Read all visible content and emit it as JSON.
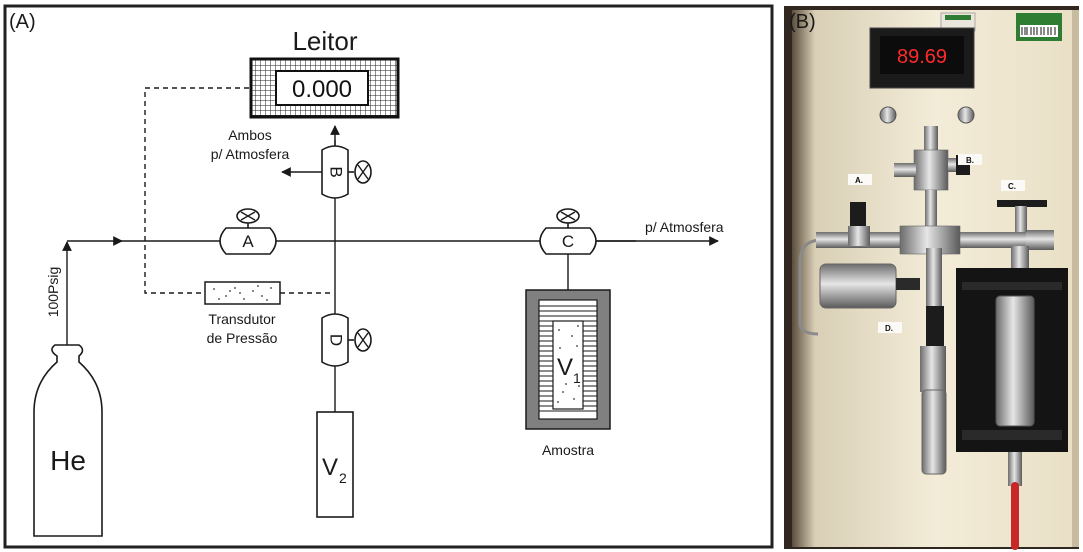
{
  "panel_a": {
    "label": "(A)",
    "reader_title": "Leitor",
    "reader_value": "0.000",
    "vent_both_line1": "Ambos",
    "vent_both_line2": "p/ Atmosfera",
    "vent_right": "p/ Atmosfera",
    "valve_a": "A",
    "valve_b": "B",
    "valve_c": "C",
    "valve_d": "D",
    "transducer_line1": "Transdutor",
    "transducer_line2": "de Pressão",
    "sample_label": "Amostra",
    "v1_main": "V",
    "v1_sub": "1",
    "v2_main": "V",
    "v2_sub": "2",
    "pressure_label": "100Psig",
    "gas_label": "He"
  },
  "panel_b": {
    "label": "(B)",
    "display_value": "89.69",
    "tag_a": "A.",
    "tag_b": "B.",
    "tag_c": "C.",
    "tag_d": "D."
  },
  "colors": {
    "panel_border": "#222222",
    "line": "#1a1a1a",
    "sample_fill": "#808080",
    "display_red": "#ff2a2a",
    "photo_background": "#f1ead6",
    "valve_handle_red": "#c62828"
  }
}
